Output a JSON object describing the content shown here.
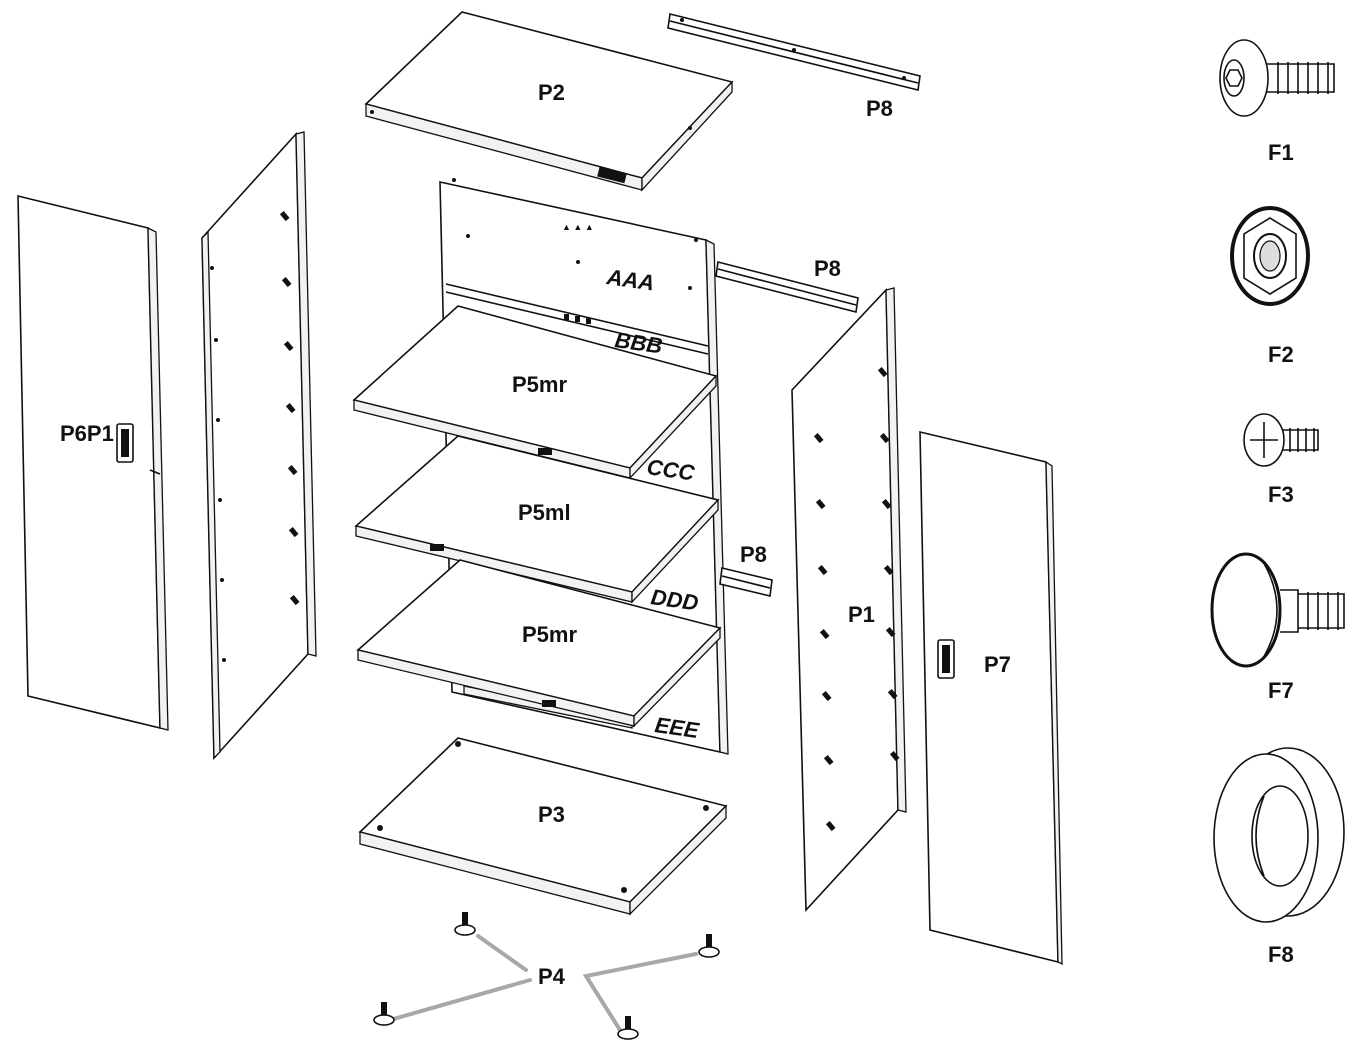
{
  "parts": {
    "p2": "P2",
    "p8_top": "P8",
    "p8_mid": "P8",
    "p8_low": "P8",
    "aaa": "AAA",
    "bbb": "BBB",
    "ccc": "CCC",
    "ddd": "DDD",
    "eee": "EEE",
    "p5mr_top": "P5mr",
    "p5ml": "P5ml",
    "p5mr_bottom": "P5mr",
    "p6p1": "P6P1",
    "p1": "P1",
    "p7": "P7",
    "p3": "P3",
    "p4": "P4"
  },
  "fasteners": {
    "f1": "F1",
    "f2": "F2",
    "f3": "F3",
    "f7": "F7",
    "f8": "F8"
  },
  "colors": {
    "line": "#111111",
    "leader": "#a8a8a8",
    "background": "#ffffff"
  }
}
